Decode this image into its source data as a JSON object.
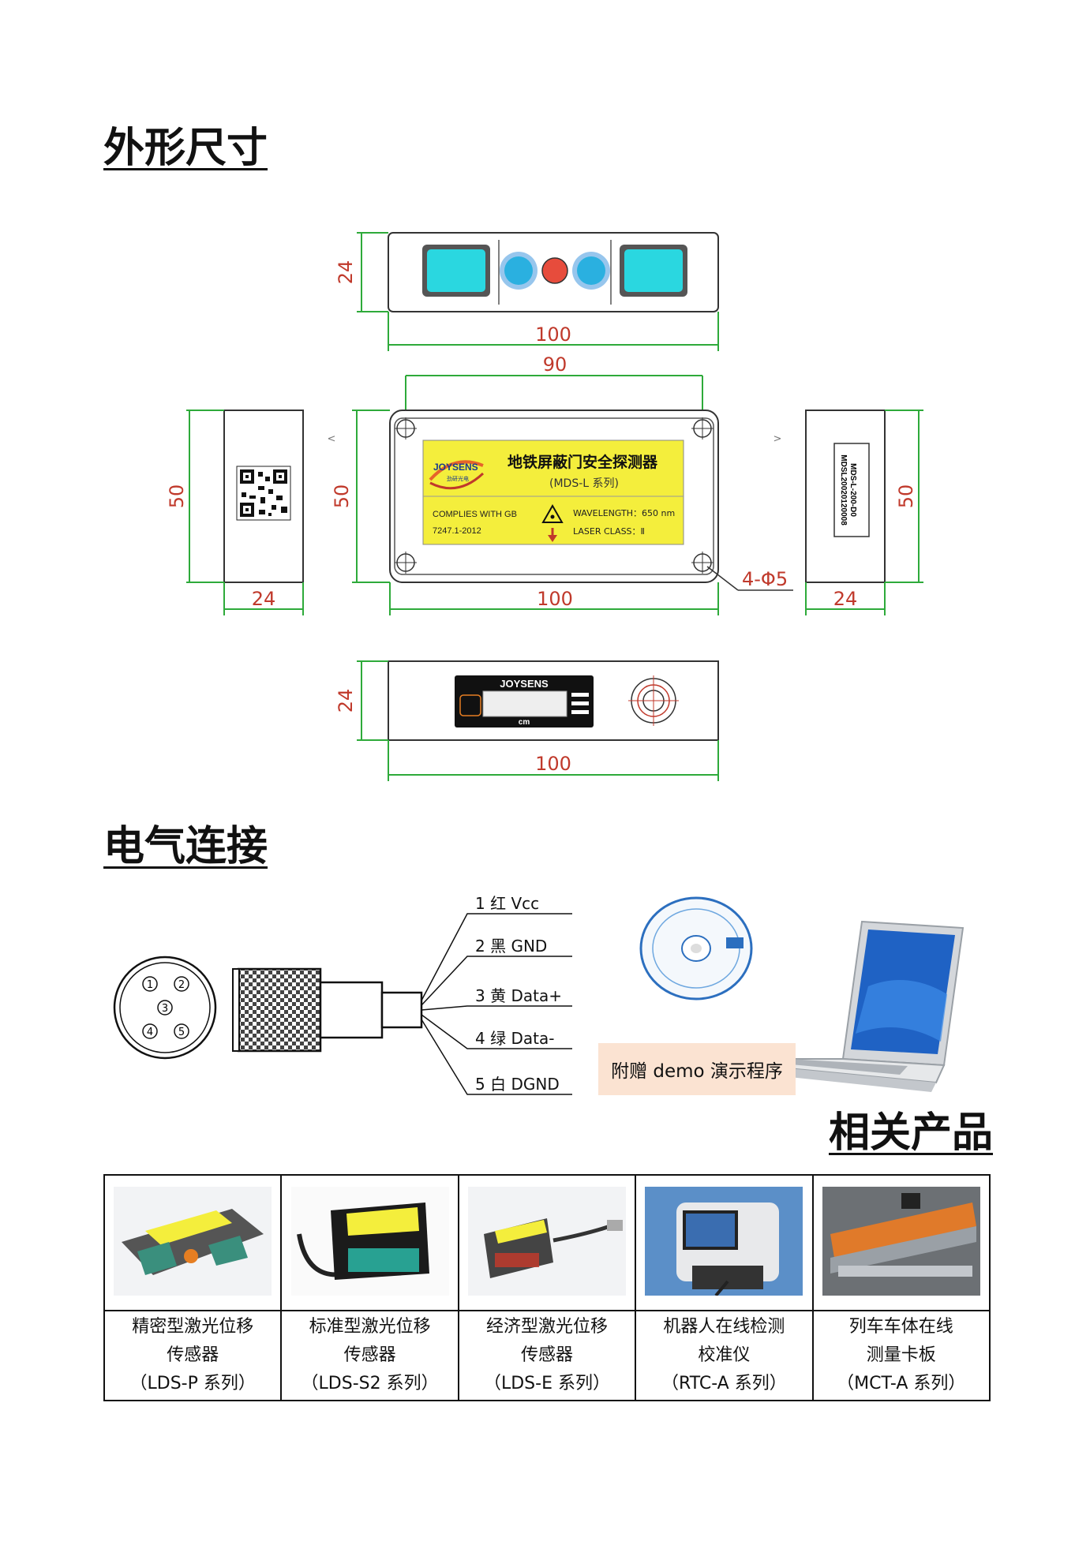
{
  "sections": {
    "dimensions_title": "外形尺寸",
    "electrical_title": "电气连接",
    "products_title": "相关产品"
  },
  "drawing": {
    "top_view": {
      "height_label": "24",
      "width_label": "100"
    },
    "front_view": {
      "hole_spacing_label": "90",
      "height_label": "50",
      "width_label": "100",
      "holes_label": "4-Φ5",
      "marker_left": "<",
      "marker_right": ">"
    },
    "left_view": {
      "height_label": "50",
      "width_label": "24"
    },
    "right_view": {
      "height_label": "50",
      "width_label": "24",
      "label_line1": "MDS-L-200-D0",
      "label_line2": "MDSL20020120008"
    },
    "bottom_view": {
      "height_label": "24",
      "width_label": "100",
      "brand": "JOYSENS",
      "unit": "cm"
    },
    "nameplate": {
      "brand": "JOYSENS",
      "brand_sub": "劲研光电",
      "title": "地铁屏蔽门安全探测器",
      "model": "(MDS-L 系列)",
      "complies": "COMPLIES WITH GB",
      "standard": "7247.1-2012",
      "wavelength": "WAVELENGTH：650 nm",
      "laser_class": "LASER CLASS：Ⅱ"
    }
  },
  "connector": {
    "pins": [
      "1",
      "2",
      "3",
      "4",
      "5"
    ],
    "wires": [
      {
        "num": "1",
        "color": "红",
        "signal": "Vcc"
      },
      {
        "num": "2",
        "color": "黑",
        "signal": "GND"
      },
      {
        "num": "3",
        "color": "黄",
        "signal": "Data+"
      },
      {
        "num": "4",
        "color": "绿",
        "signal": "Data-"
      },
      {
        "num": "5",
        "color": "白",
        "signal": "DGND"
      }
    ],
    "demo_note": "附赠 demo 演示程序"
  },
  "products": [
    {
      "line1": "精密型激光位移",
      "line2": "传感器",
      "line3": "（LDS-P 系列）"
    },
    {
      "line1": "标准型激光位移",
      "line2": "传感器",
      "line3": "（LDS-S2 系列）"
    },
    {
      "line1": "经济型激光位移",
      "line2": "传感器",
      "line3": "（LDS-E 系列）"
    },
    {
      "line1": "机器人在线检测",
      "line2": "校准仪",
      "line3": "（RTC-A 系列）"
    },
    {
      "line1": "列车车体在线",
      "line2": "测量卡板",
      "line3": "（MCT-A 系列）"
    }
  ],
  "colors": {
    "dimension": "#2eaa3a",
    "dimension_text": "#c0392b",
    "lens": "#2ad7e0",
    "label": "#f4ee3c",
    "demo_bg": "#fbe3d2"
  }
}
